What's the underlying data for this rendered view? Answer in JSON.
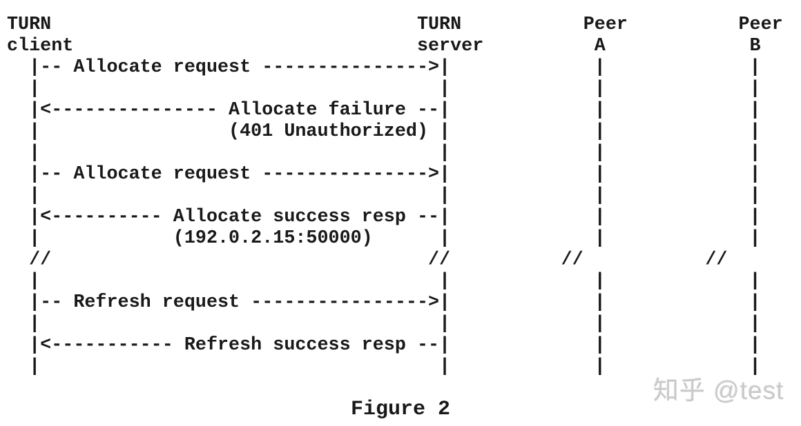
{
  "colors": {
    "background": "#ffffff",
    "text": "#191919",
    "watermark": "#c9c9c9"
  },
  "caption": "Figure 2",
  "watermark": {
    "text": "知乎 @test"
  },
  "diagram": {
    "type": "ascii-sequence-diagram",
    "participants": [
      {
        "name": "TURN client",
        "header_lines": [
          "TURN",
          "client"
        ]
      },
      {
        "name": "TURN server",
        "header_lines": [
          "TURN",
          "server"
        ]
      },
      {
        "name": "Peer A",
        "header_lines": [
          "Peer",
          "A"
        ]
      },
      {
        "name": "Peer B",
        "header_lines": [
          "Peer",
          "B"
        ]
      }
    ],
    "messages": [
      {
        "from": "TURN client",
        "to": "TURN server",
        "label": "Allocate request"
      },
      {
        "from": "TURN server",
        "to": "TURN client",
        "label": "Allocate failure",
        "detail": "(401 Unauthorized)"
      },
      {
        "from": "TURN client",
        "to": "TURN server",
        "label": "Allocate request"
      },
      {
        "from": "TURN server",
        "to": "TURN client",
        "label": "Allocate success resp",
        "detail": "(192.0.2.15:50000)"
      },
      {
        "type": "time-break",
        "symbol": "//"
      },
      {
        "from": "TURN client",
        "to": "TURN server",
        "label": "Refresh request"
      },
      {
        "from": "TURN server",
        "to": "TURN client",
        "label": "Refresh success resp"
      }
    ],
    "lines": [
      "TURN                                 TURN           Peer          Peer",
      "client                               server          A             B",
      "  |-- Allocate request --------------->|             |             |",
      "  |                                    |             |             |",
      "  |<--------------- Allocate failure --|             |             |",
      "  |                 (401 Unauthorized) |             |             |",
      "  |                                    |             |             |",
      "  |-- Allocate request --------------->|             |             |",
      "  |                                    |             |             |",
      "  |<---------- Allocate success resp --|             |             |",
      "  |            (192.0.2.15:50000)      |             |             |",
      "  //                                  //          //           //",
      "  |                                    |             |             |",
      "  |-- Refresh request ---------------->|             |             |",
      "  |                                    |             |             |",
      "  |<----------- Refresh success resp --|             |             |",
      "  |                                    |             |             |"
    ]
  }
}
